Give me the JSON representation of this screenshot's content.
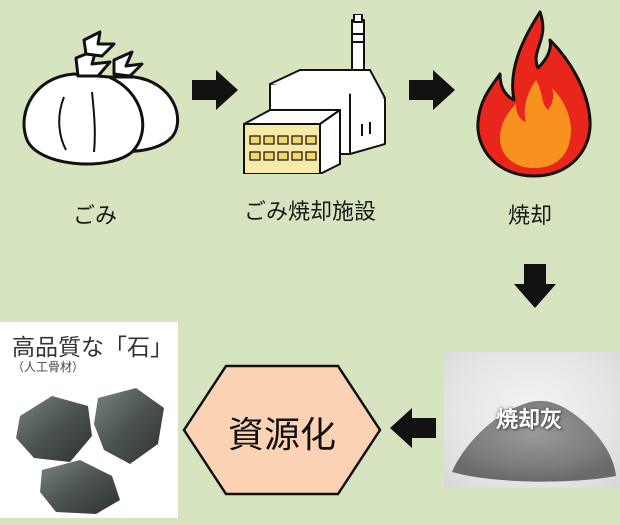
{
  "stages": {
    "garbage": "ごみ",
    "plant": "ごみ焼却施設",
    "burn": "焼却",
    "ash": "焼却灰",
    "recycle": "資源化"
  },
  "product": {
    "title": "高品質な「石」",
    "subtitle": "（人工骨材）"
  },
  "colors": {
    "background": "#d6e4bf",
    "arrow": "#111111",
    "hexagon_fill": "#fbd3b4",
    "flame_outer": "#e8261c",
    "flame_inner": "#f7921e"
  }
}
